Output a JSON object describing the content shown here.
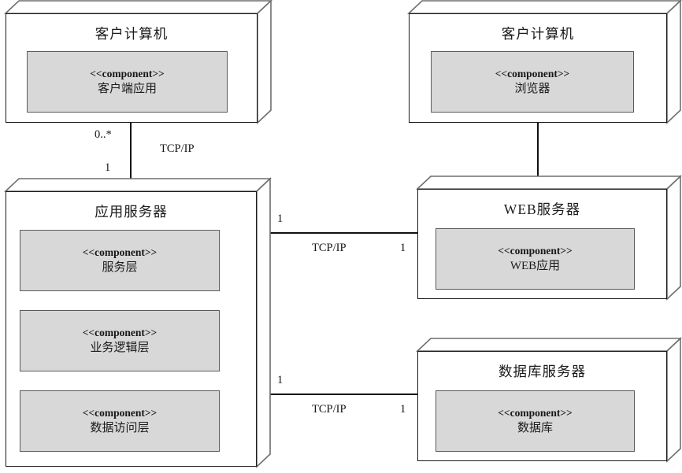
{
  "diagram": {
    "type": "uml-deployment-diagram",
    "stereotype_label": "<<component>>",
    "nodes": [
      {
        "id": "client-computer-app",
        "title": "客户计算机",
        "components": [
          {
            "stereotype": "<<component>>",
            "name": "客户端应用"
          }
        ]
      },
      {
        "id": "client-computer-browser",
        "title": "客户计算机",
        "components": [
          {
            "stereotype": "<<component>>",
            "name": "浏览器"
          }
        ]
      },
      {
        "id": "app-server",
        "title": "应用服务器",
        "components": [
          {
            "stereotype": "<<component>>",
            "name": "服务层"
          },
          {
            "stereotype": "<<component>>",
            "name": "业务逻辑层"
          },
          {
            "stereotype": "<<component>>",
            "name": "数据访问层"
          }
        ]
      },
      {
        "id": "web-server",
        "title": "WEB服务器",
        "components": [
          {
            "stereotype": "<<component>>",
            "name": "WEB应用"
          }
        ]
      },
      {
        "id": "db-server",
        "title": "数据库服务器",
        "components": [
          {
            "stereotype": "<<component>>",
            "name": "数据库"
          }
        ]
      }
    ],
    "connections": [
      {
        "id": "client-to-appserver",
        "from": "client-computer-app",
        "to": "app-server",
        "protocol": "TCP/IP",
        "source_multiplicity": "0..*",
        "target_multiplicity": "1"
      },
      {
        "id": "browser-to-webserver",
        "from": "client-computer-browser",
        "to": "web-server",
        "protocol": "",
        "source_multiplicity": "",
        "target_multiplicity": ""
      },
      {
        "id": "appserver-to-webserver",
        "from": "app-server",
        "to": "web-server",
        "protocol": "TCP/IP",
        "source_multiplicity": "1",
        "target_multiplicity": "1"
      },
      {
        "id": "appserver-to-dbserver",
        "from": "app-server",
        "to": "db-server",
        "protocol": "TCP/IP",
        "source_multiplicity": "1",
        "target_multiplicity": "1"
      }
    ],
    "colors": {
      "background": "#ffffff",
      "node_fill": "#ffffff",
      "node_border": "#1a1a1a",
      "node_top_face": "#ffffff",
      "component_fill": "#d8d8d8",
      "component_border": "#5a5a5a",
      "connector": "#111111",
      "text": "#141414"
    }
  }
}
